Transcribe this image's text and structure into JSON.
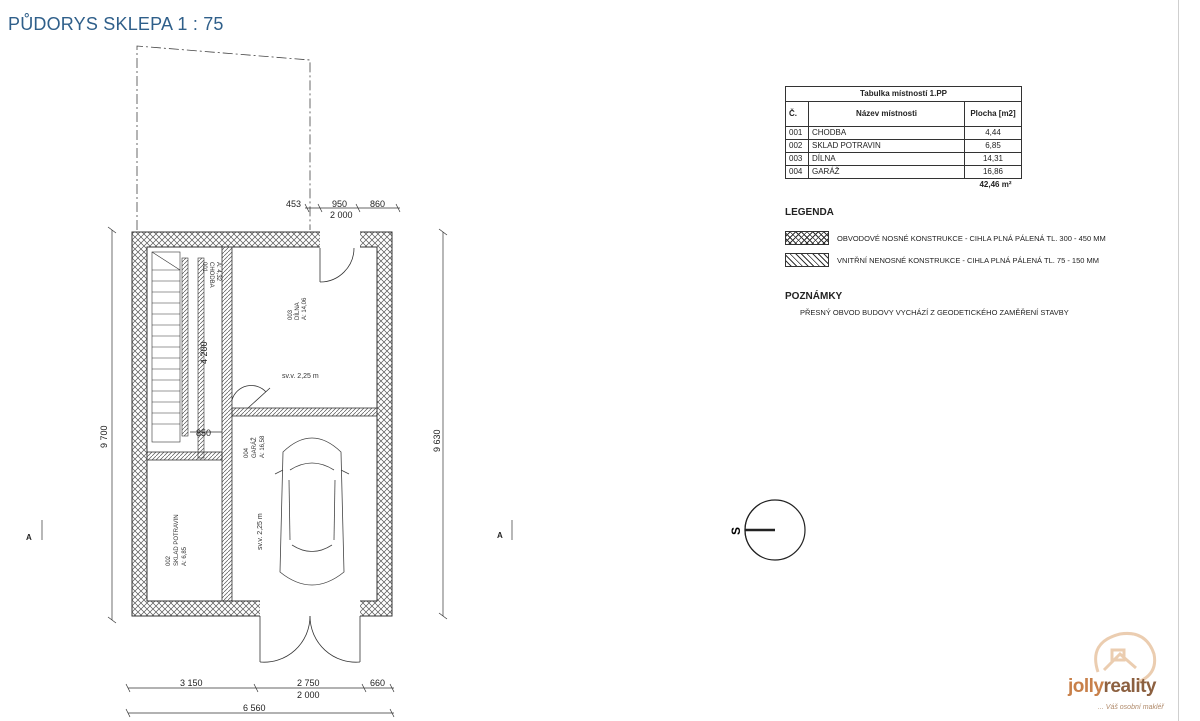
{
  "title": "PŮDORYS SKLEPA 1 :  75",
  "table": {
    "caption": "Tabulka místností 1.PP",
    "headers": [
      "Č.",
      "Název místnosti",
      "Plocha [m2]"
    ],
    "rows": [
      [
        "001",
        "CHODBA",
        "4,44"
      ],
      [
        "002",
        "SKLAD POTRAVIN",
        "6,85"
      ],
      [
        "003",
        "DÍLNA",
        "14,31"
      ],
      [
        "004",
        "GARÁŽ",
        "16,86"
      ]
    ],
    "total": "42,46 m²"
  },
  "legend": {
    "heading": "LEGENDA",
    "items": [
      {
        "pattern": "crosshatch",
        "label": "OBVODOVÉ NOSNÉ KONSTRUKCE - CIHLA PLNÁ PÁLENÁ TL. 300 - 450 MM"
      },
      {
        "pattern": "diagonal",
        "label": "VNITŘNÍ NENOSNÉ KONSTRUKCE - CIHLA PLNÁ PÁLENÁ TL. 75 - 150 MM"
      }
    ]
  },
  "notes": {
    "heading": "POZNÁMKY",
    "text": "PŘESNÝ OBVOD BUDOVY VYCHÁZÍ Z GEODETICKÉHO ZAMĚŘENÍ STAVBY"
  },
  "plan": {
    "dims_top": {
      "a": "453",
      "b": "950",
      "c": "860",
      "d": "2 000"
    },
    "dim_left": "9 700",
    "dim_right": "9 630",
    "dim_stair": "4 200",
    "dim_door": "850",
    "dims_bottom": {
      "a": "3 150",
      "b": "2 750",
      "c": "660",
      "d": "2 000",
      "total": "6 560"
    },
    "section_left": "A",
    "section_right": "A",
    "compass_label": "S",
    "rooms": {
      "chodba": {
        "num": "001",
        "name": "CHODBA",
        "area": "A: 4,32"
      },
      "dilna": {
        "num": "003",
        "name": "DÍLNA",
        "area": "A: 14,06",
        "height": "sv.v. 2,25 m"
      },
      "garaz": {
        "num": "004",
        "name": "GARÁŽ",
        "area": "A: 16,58",
        "height": "sv.v. 2,25 m"
      },
      "sklad": {
        "num": "002",
        "name": "SKLAD POTRAVIN",
        "area": "A: 6,85"
      }
    }
  },
  "brand": {
    "name_light": "jolly",
    "name_bold": "reality",
    "tagline": "... Váš osobní makléř"
  },
  "colors": {
    "title": "#2f5f8a",
    "brand": "#c8804a"
  }
}
